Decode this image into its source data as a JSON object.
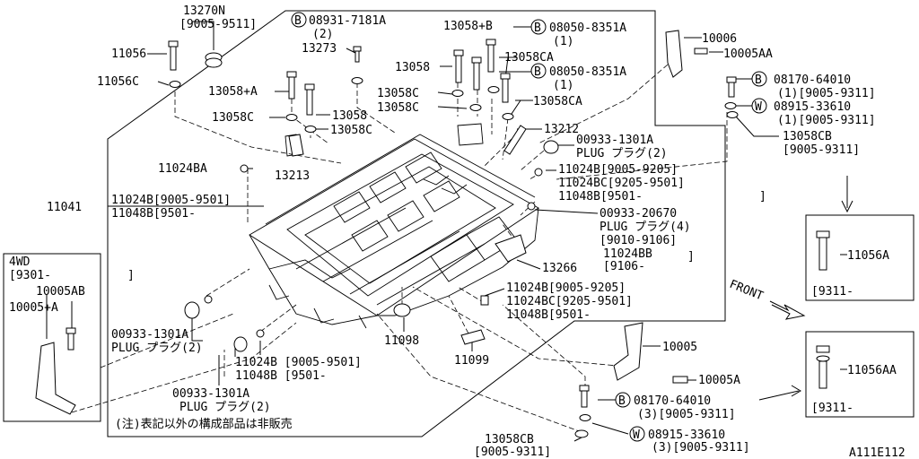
{
  "labels": {
    "p13270N": "13270N",
    "p13270N_range": "[9005-9511]",
    "p11056": "11056",
    "p11056C": "11056C",
    "p08931_num": "08931-7181A",
    "p08931_qty": "(2)",
    "p13273": "13273",
    "p13058A": "13058+A",
    "p13058C_a": "13058C",
    "p13058_a": "13058",
    "p13058C_b": "13058C",
    "p13213": "13213",
    "p13058B": "13058+B",
    "p08050a_num": "08050-8351A",
    "p08050a_qty": "(1)",
    "p13058": "13058",
    "p13058CA_a": "13058CA",
    "p08050b_num": "08050-8351A",
    "p08050b_qty": "(1)",
    "p13058C_c": "13058C",
    "p13058C_d": "13058C",
    "p13058CA_b": "13058CA",
    "p13212": "13212",
    "p10006": "10006",
    "p10005AA": "10005AA",
    "p08170a_num": "08170-64010",
    "p08170a_qty": "(1)[9005-9311]",
    "p08915a_num": "08915-33610",
    "p08915a_qty": "(1)[9005-9311]",
    "p13058CB_a": "13058CB",
    "p13058CB_a_range": "[9005-9311]",
    "p00933_1301A_a": "00933-1301A",
    "p_plug2_a": "PLUG プラグ(2)",
    "p11024B_9205": "11024B[9005-9205]",
    "p11024BC_9501": "11024BC[9205-9501]",
    "p11048B_9501_a": "11048B[9501-",
    "p11048B_9501_a_close": "]",
    "p11024BA": "11024BA",
    "p11041": "11041",
    "p11024B_9501": "11024B[9005-9501]",
    "p11048B_9501_b": "11048B[9501-",
    "p00933_20670": "00933-20670",
    "p_plug4": "PLUG プラグ(4)",
    "p9010_9106": "[9010-9106]",
    "p11024BB": "11024BB",
    "p11024BB_close": "]",
    "p9106": "[9106-",
    "p13266": "13266",
    "p11024B_9205_b": "11024B[9005-9205]",
    "p11024BC_9501_b": "11024BC[9205-9501]",
    "p11048B_9501_c": "11048B[9501-",
    "p4wd": "4WD",
    "p9301": "[9301-",
    "p9301_close": "]",
    "p10005AB": "10005AB",
    "p10005A_plus": "10005+A",
    "p00933_1301A_b": "00933-1301A",
    "p_plug2_b": "PLUG プラグ(2)",
    "p11098": "11098",
    "p11099": "11099",
    "p11024B_9501_c": "11024B [9005-9501]",
    "p11048B_9501_d": "11048B [9501-",
    "p00933_1301A_c": "00933-1301A",
    "p_plug2_c": "PLUG プラグ(2)",
    "note": "(注)表記以外の構成部品は非販売",
    "p10005": "10005",
    "p10005A": "10005A",
    "p08170b_num": "08170-64010",
    "p08170b_qty": "(3)[9005-9311]",
    "p08915b_num": "08915-33610",
    "p08915b_qty": "(3)[9005-9311]",
    "p13058CB_b": "13058CB",
    "p13058CB_b_range": "[9005-9311]",
    "p11056A": "11056A",
    "p9311_a": "[9311-",
    "p11056AA": "11056AA",
    "p9311_b": "[9311-",
    "front": "FRONT",
    "code": "A111E112",
    "sym_B": "B",
    "sym_W": "W"
  }
}
